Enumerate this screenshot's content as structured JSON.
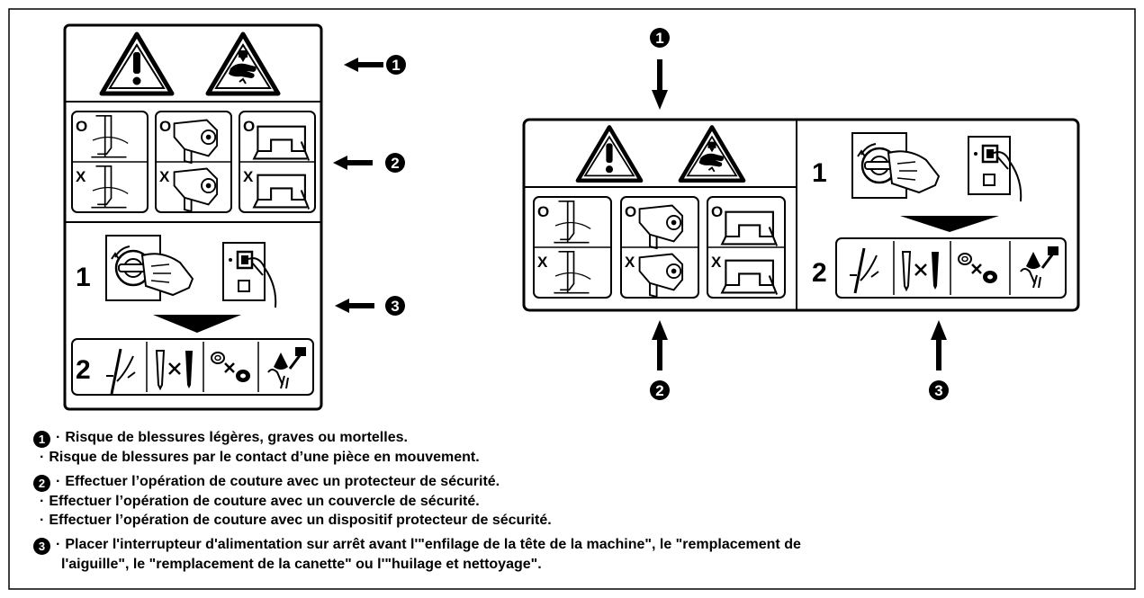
{
  "callouts": {
    "c1": "1",
    "c2": "2",
    "c3": "3"
  },
  "labels": {
    "step1": "1",
    "step2": "2"
  },
  "symbols": {
    "ok": "O",
    "no": "X"
  },
  "notes": {
    "n1": {
      "number": "1",
      "lines": [
        "Risque de blessures légères, graves ou mortelles.",
        "Risque de blessures par le contact d’une pièce en mouvement."
      ]
    },
    "n2": {
      "number": "2",
      "lines": [
        "Effectuer l’opération de couture avec un protecteur de sécurité.",
        "Effectuer l’opération de couture avec un couvercle de sécurité.",
        "Effectuer l’opération de couture avec un dispositif protecteur de sécurité."
      ]
    },
    "n3": {
      "number": "3",
      "lines": [
        "Placer l'interrupteur d'alimentation sur arrêt avant l'\"enfilage de la tête de la machine\", le \"remplacement de",
        "l'aiguille\", le \"remplacement de la canette\" ou l'\"huilage et nettoyage\"."
      ]
    }
  },
  "icons": {
    "warning": "warning-triangle-icon",
    "hand_hazard": "hand-crush-hazard-icon",
    "power_switch": "power-switch-icon",
    "threading": "threading-icon",
    "needle": "needle-replacement-icon",
    "bobbin": "bobbin-replacement-icon",
    "oil": "oiling-cleaning-icon"
  }
}
